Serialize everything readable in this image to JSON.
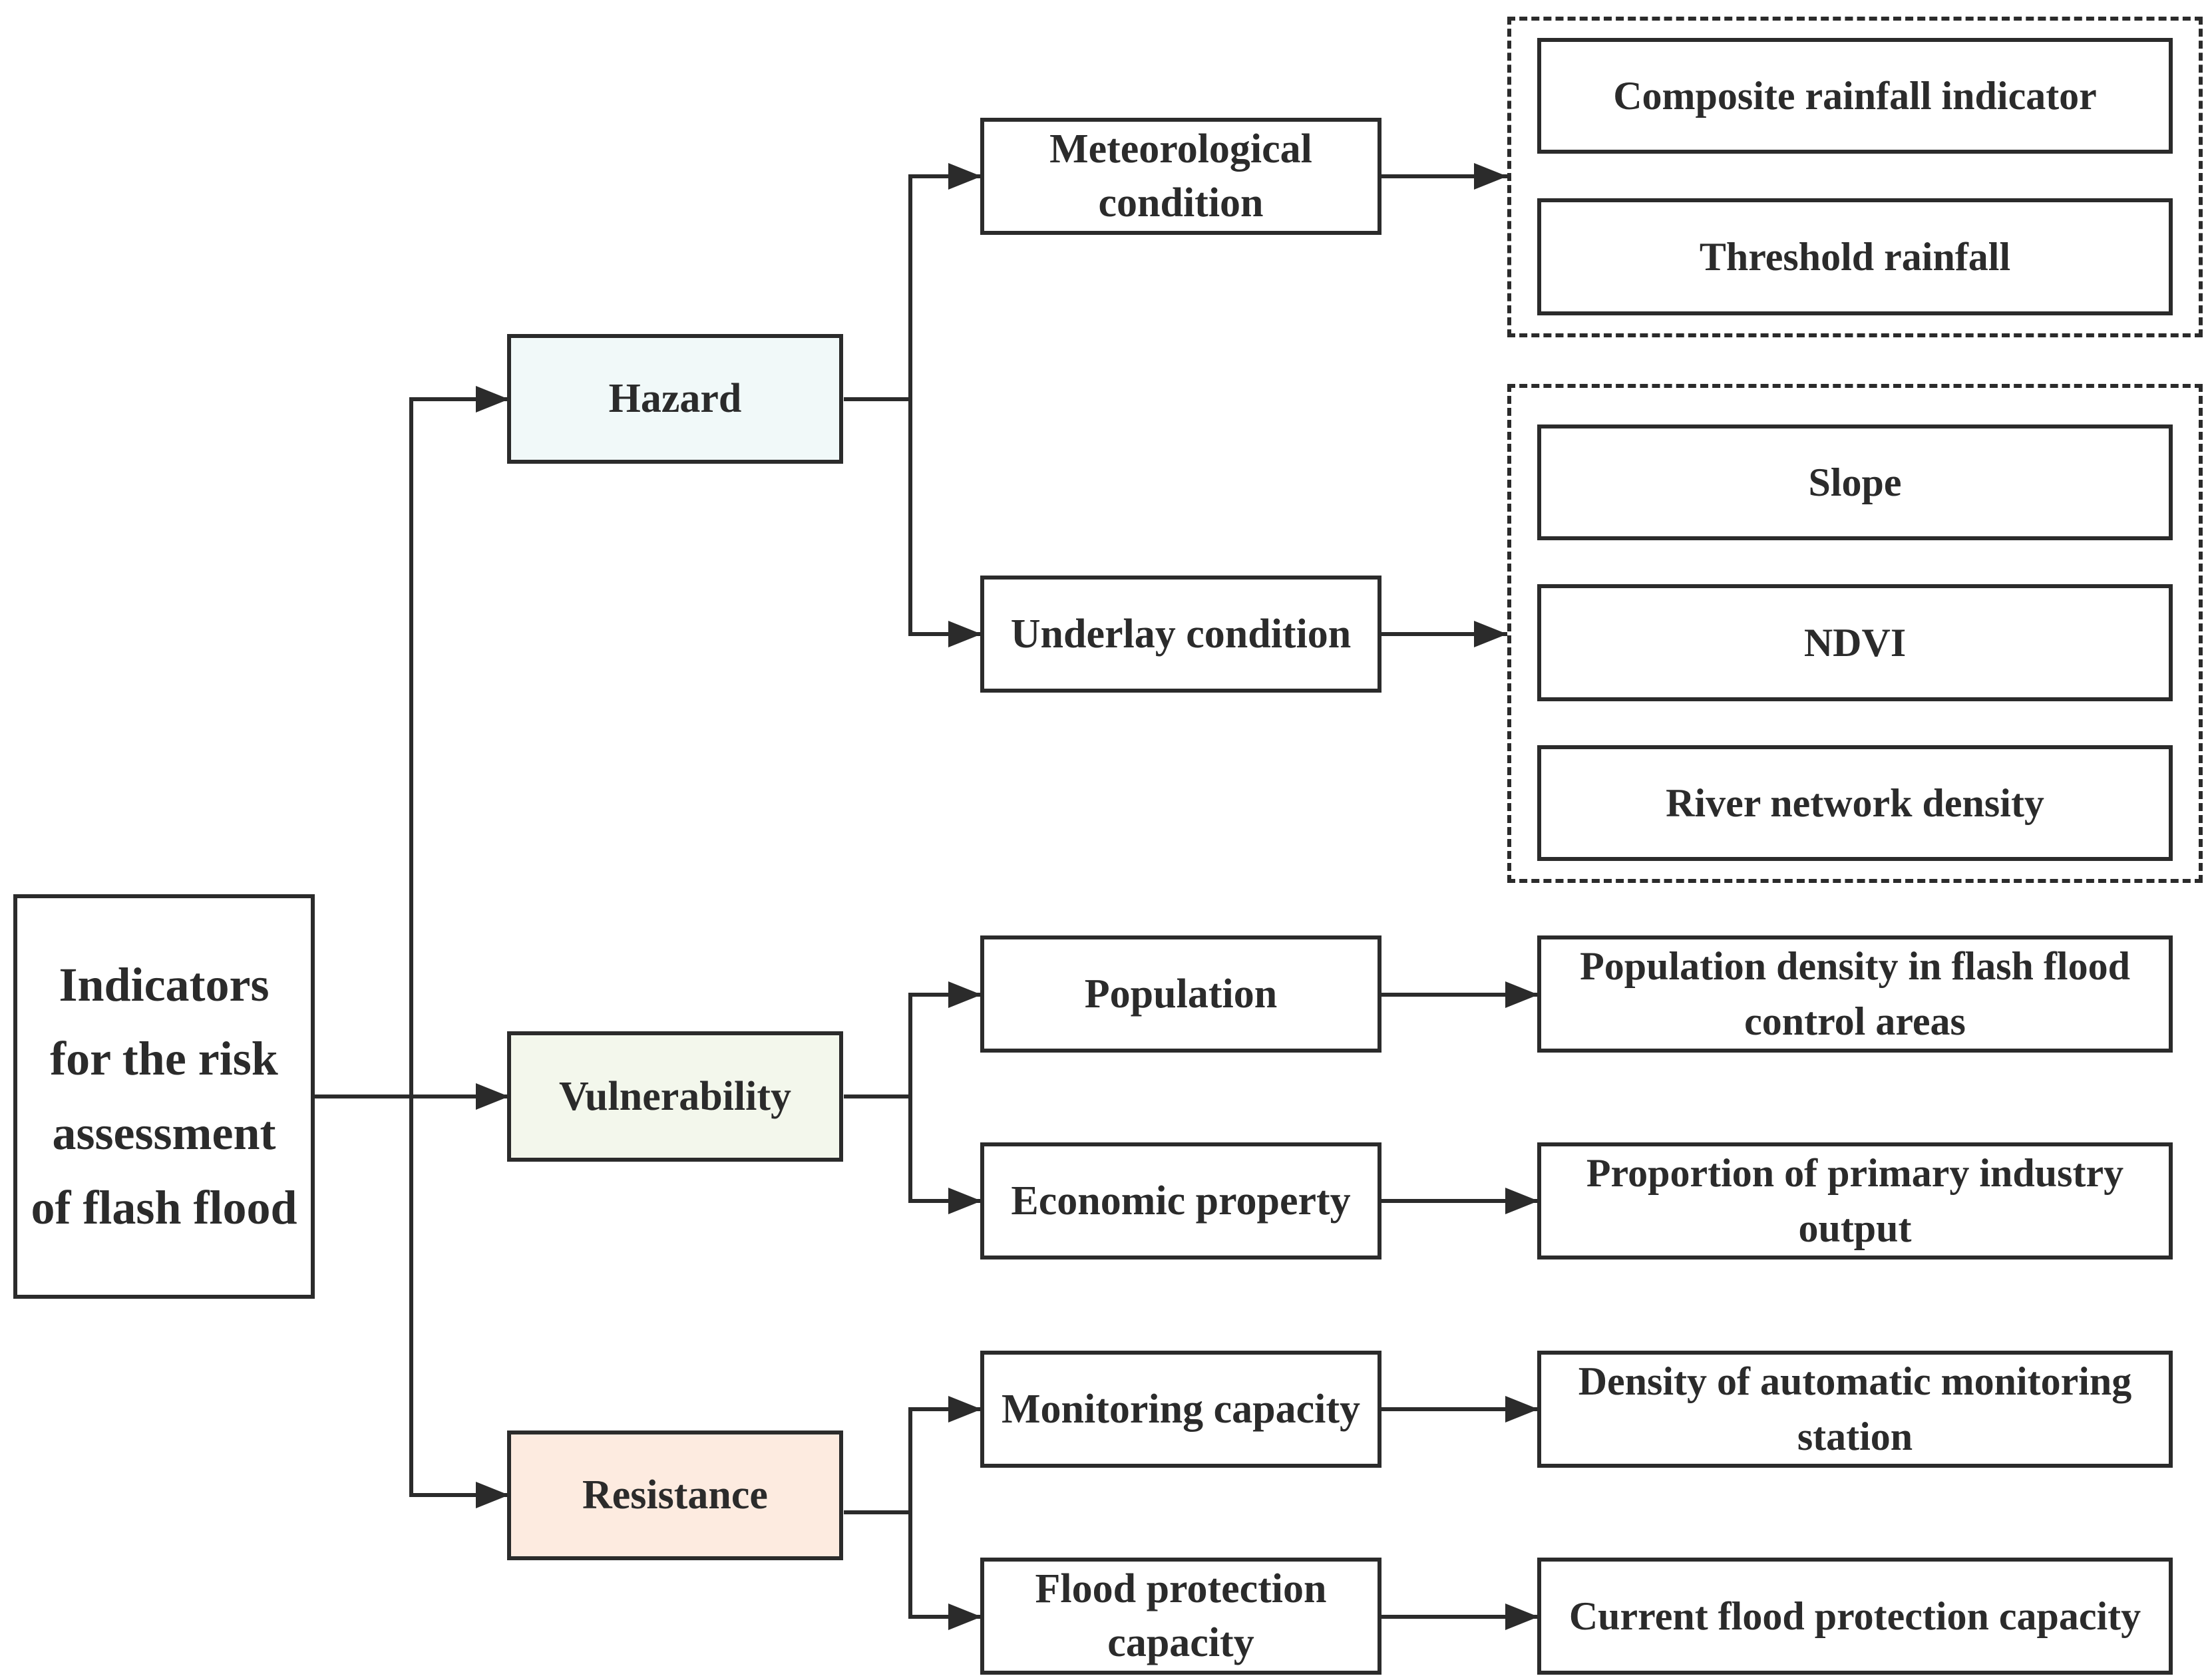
{
  "root": "Indicators for the risk assessment of flash flood",
  "categories": {
    "hazard": "Hazard",
    "vulnerability": "Vulnerability",
    "resistance": "Resistance"
  },
  "factors": {
    "meteorological": "Meteorological condition",
    "underlay": "Underlay condition",
    "population": "Population",
    "economic": "Economic property",
    "monitoring": "Monitoring capacity",
    "flood_protection": "Flood protection capacity"
  },
  "indicators": {
    "composite_rainfall": "Composite rainfall indicator",
    "threshold_rainfall": "Threshold rainfall",
    "slope": "Slope",
    "ndvi": "NDVI",
    "river_network": "River network density",
    "population_density": "Population density in flash flood control areas",
    "primary_industry": "Proportion of primary industry output",
    "automatic_station": "Density of automatic monitoring station",
    "current_protection": "Current flood protection capacity"
  },
  "colors": {
    "line": "#2b2b2b",
    "hazard_fill": "#f1f9f9",
    "vulnerability_fill": "#f3f7ec",
    "resistance_fill": "#fdebe0",
    "box_fill": "#ffffff"
  }
}
